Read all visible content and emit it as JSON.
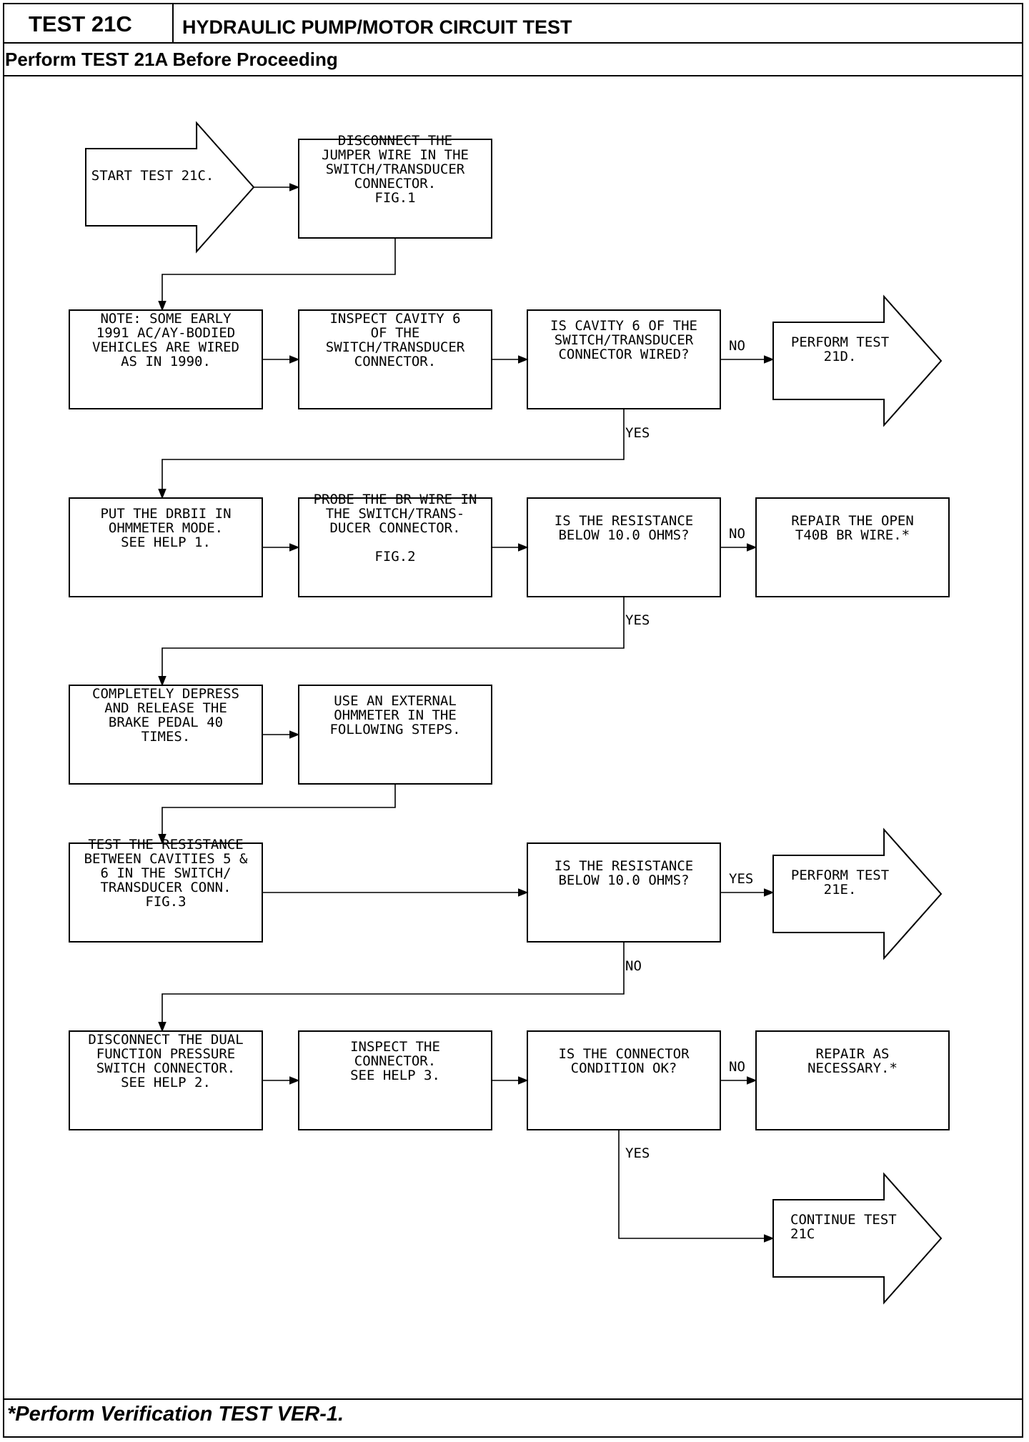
{
  "header": {
    "test_id": "TEST 21C",
    "title": "HYDRAULIC PUMP/MOTOR CIRCUIT TEST",
    "prerequisite": "Perform TEST 21A Before Proceeding"
  },
  "footer": {
    "note": "*Perform Verification TEST VER-1."
  },
  "nodes": {
    "start": {
      "lines": [
        "START TEST 21C."
      ]
    },
    "disconnect_jumper": {
      "lines": [
        "DISCONNECT THE",
        "JUMPER WIRE IN THE",
        "SWITCH/TRANSDUCER",
        "CONNECTOR.",
        "FIG.1"
      ]
    },
    "note_early": {
      "lines": [
        "NOTE:  SOME EARLY",
        "1991 AC/AY-BODIED",
        "VEHICLES ARE WIRED",
        "AS IN 1990."
      ]
    },
    "inspect_cavity": {
      "lines": [
        "INSPECT CAVITY 6",
        "OF THE",
        "SWITCH/TRANSDUCER",
        "CONNECTOR."
      ]
    },
    "q_cavity_wired": {
      "lines": [
        "IS CAVITY 6 OF THE",
        "SWITCH/TRANSDUCER",
        "CONNECTOR WIRED?"
      ]
    },
    "perform_21d": {
      "lines": [
        "PERFORM TEST",
        "21D."
      ]
    },
    "drbii": {
      "lines": [
        "PUT THE DRBII IN",
        "OHMMETER MODE.",
        "SEE HELP 1."
      ]
    },
    "probe_br": {
      "lines": [
        "PROBE THE BR WIRE IN",
        "THE SWITCH/TRANS-",
        "DUCER CONNECTOR.",
        "",
        "FIG.2"
      ]
    },
    "q_res_1": {
      "lines": [
        "IS THE RESISTANCE",
        "BELOW 10.0 OHMS?"
      ]
    },
    "repair_open": {
      "lines": [
        "REPAIR THE OPEN",
        "T40B BR WIRE.*"
      ]
    },
    "depress": {
      "lines": [
        "COMPLETELY DEPRESS",
        "AND RELEASE THE",
        "BRAKE PEDAL 40",
        "TIMES."
      ]
    },
    "external_ohm": {
      "lines": [
        "USE AN EXTERNAL",
        "OHMMETER IN THE",
        "FOLLOWING STEPS."
      ]
    },
    "test_cavities": {
      "lines": [
        "TEST THE RESISTANCE",
        "BETWEEN CAVITIES 5 &",
        "6 IN THE SWITCH/",
        "TRANSDUCER CONN.",
        "FIG.3"
      ]
    },
    "q_res_2": {
      "lines": [
        "IS THE RESISTANCE",
        "BELOW 10.0 OHMS?"
      ]
    },
    "perform_21e": {
      "lines": [
        "PERFORM TEST",
        "21E."
      ]
    },
    "disconnect_dual": {
      "lines": [
        "DISCONNECT THE DUAL",
        "FUNCTION PRESSURE",
        "SWITCH CONNECTOR.",
        "SEE HELP 2."
      ]
    },
    "inspect_conn": {
      "lines": [
        "INSPECT THE",
        "CONNECTOR.",
        "SEE HELP 3."
      ]
    },
    "q_conn_ok": {
      "lines": [
        "IS THE CONNECTOR",
        "CONDITION OK?"
      ]
    },
    "repair_nec": {
      "lines": [
        "REPAIR AS",
        "NECESSARY.*"
      ]
    },
    "continue_21c": {
      "lines": [
        "CONTINUE TEST",
        "21C"
      ]
    }
  },
  "labels": {
    "no_1": "NO",
    "yes_1": "YES",
    "no_2": "NO",
    "yes_2": "YES",
    "yes_3": "YES",
    "no_3": "NO",
    "no_4": "NO",
    "yes_4": "YES"
  }
}
